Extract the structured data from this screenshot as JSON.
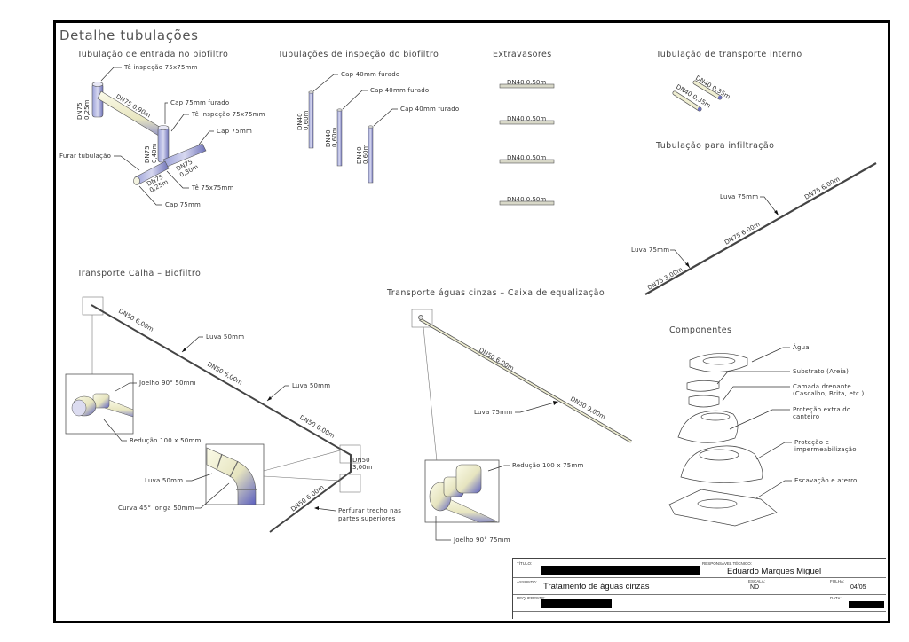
{
  "sheet": {
    "title": "Detalhe tubulações"
  },
  "sections": {
    "entrada": {
      "title": "Tubulação de entrada no biofiltro",
      "labels": {
        "te_inspecao_top": "Tê inspeção 75x75mm",
        "cap_furado": "Cap 75mm furado",
        "te_inspecao_mid": "Tê inspeção 75x75mm",
        "cap_right": "Cap 75mm",
        "furar": "Furar tubulação",
        "te": "Tê 75x75mm",
        "cap_bottom": "Cap 75mm"
      },
      "dims": {
        "vertical_left": [
          "DN75",
          "0,25m"
        ],
        "horizontal": "DN75  0,90m",
        "vertical_mid": [
          "DN75",
          "0,40m"
        ],
        "right_branch": [
          "DN75",
          "0,30m"
        ],
        "left_branch": [
          "DN75",
          "0,25m"
        ]
      }
    },
    "inspecao": {
      "title": "Tubulações de inspeção do biofiltro",
      "pipes": [
        {
          "cap": "Cap 40mm furado",
          "dn": "DN40",
          "len": "0,60m"
        },
        {
          "cap": "Cap 40mm furado",
          "dn": "DN40",
          "len": "0,60m"
        },
        {
          "cap": "Cap 40mm furado",
          "dn": "DN40",
          "len": "0,60m"
        }
      ]
    },
    "extravasores": {
      "title": "Extravasores",
      "pipes": [
        {
          "label": "DN40  0,50m"
        },
        {
          "label": "DN40  0,50m"
        },
        {
          "label": "DN40  0,50m"
        },
        {
          "label": "DN40  0,50m"
        }
      ]
    },
    "transporte_interno": {
      "title": "Tubulação de transporte interno",
      "pipes": [
        {
          "label": "DN40  0,35m"
        },
        {
          "label": "DN40  0,35m"
        }
      ]
    },
    "infiltracao": {
      "title": "Tubulação para infiltração",
      "segments": [
        "DN75  3,00m",
        "DN75  6,00m",
        "DN75  6,00m"
      ],
      "luvas": [
        "Luva 75mm",
        "Luva 75mm"
      ]
    },
    "calha": {
      "title": "Transporte Calha – Biofiltro",
      "segments": [
        "DN50  6,00m",
        "DN50  6,00m",
        "DN50  6,00m",
        "DN50  6,00m"
      ],
      "vertical": [
        "DN50",
        "3,00m"
      ],
      "luvas": [
        "Luva 50mm",
        "Luva 50mm"
      ],
      "detail1": {
        "joelho": "Joelho 90° 50mm",
        "reducao": "Redução 100 x 50mm"
      },
      "detail2": {
        "luva": "Luva 50mm",
        "curva": "Curva 45° longa 50mm"
      },
      "perfurar": [
        "Perfurar trecho nas",
        "partes superiores"
      ]
    },
    "aguas_cinzas": {
      "title": "Transporte águas cinzas – Caixa de equalização",
      "segments": [
        "DN50  6,00m",
        "DN50  9,00m"
      ],
      "luva": "Luva 75mm",
      "detail": {
        "reducao": "Redução 100 x 75mm",
        "joelho": "Joelho 90° 75mm"
      }
    },
    "componentes": {
      "title": "Componentes",
      "items": [
        {
          "label": [
            "Água"
          ]
        },
        {
          "label": [
            "Substrato (Areia)"
          ]
        },
        {
          "label": [
            "Camada drenante",
            "(Cascalho, Brita, etc.)"
          ]
        },
        {
          "label": [
            "Proteção extra do",
            "canteiro"
          ]
        },
        {
          "label": [
            "Proteção e",
            "impermeabilização"
          ]
        },
        {
          "label": [
            "Escavação e aterro"
          ]
        }
      ]
    }
  },
  "title_block": {
    "titulo_caption": "Título:",
    "responsavel_caption": "Responsável técnico:",
    "responsavel": "Eduardo Marques Miguel",
    "assunto_caption": "Assunto:",
    "assunto": "Tratamento de águas cinzas",
    "escala_caption": "Escala:",
    "escala": "ND",
    "folha_caption": "Folha:",
    "folha": "04/05",
    "requerente_caption": "Requerente:",
    "data_caption": "Data:"
  },
  "colors": {
    "pipe_fill": "#efeed2",
    "pipe_shade": "#7b7fc4",
    "pipe_dark": "#4a4a4a",
    "frame": "#000000"
  }
}
